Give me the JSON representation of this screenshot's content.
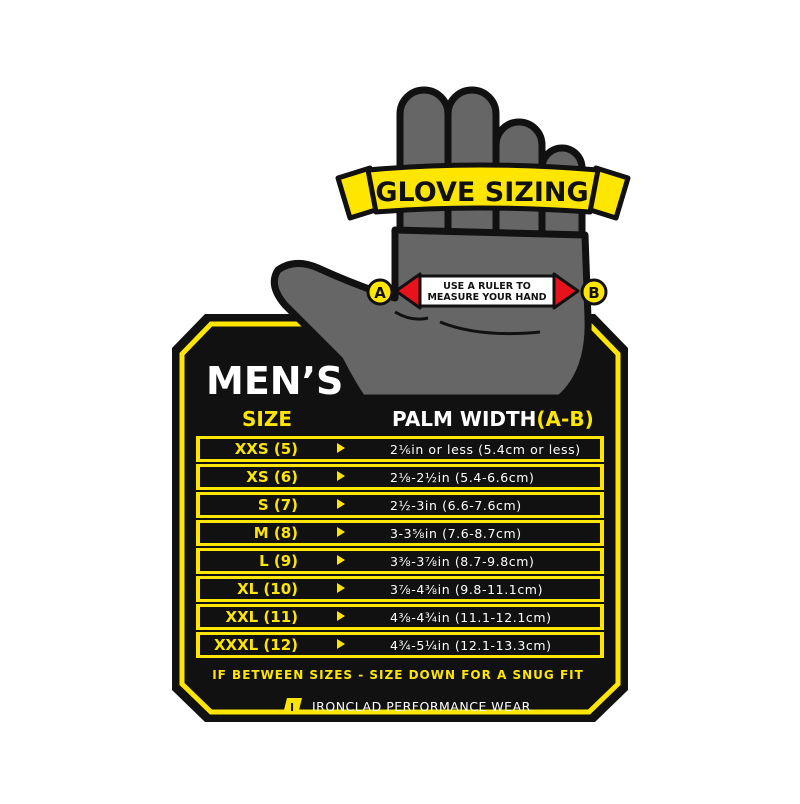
{
  "banner": {
    "title": "GLOVE SIZING"
  },
  "ruler": {
    "line1": "USE A RULER TO",
    "line2": "MEASURE YOUR HAND"
  },
  "markers": {
    "a": "A",
    "b": "B"
  },
  "section": {
    "title": "MEN’S"
  },
  "table": {
    "header_size": "SIZE",
    "header_palm": "PALM WIDTH",
    "header_palm_suffix": "(A-B)",
    "rows": [
      {
        "size": "XXS (5)",
        "width": "2⅙in or less (5.4cm or less)"
      },
      {
        "size": "XS (6)",
        "width": "2⅛-2½in (5.4-6.6cm)"
      },
      {
        "size": "S (7)",
        "width": "2½-3in (6.6-7.6cm)"
      },
      {
        "size": "M (8)",
        "width": "3-3⅝in (7.6-8.7cm)"
      },
      {
        "size": "L (9)",
        "width": "3⅜-3⅞in (8.7-9.8cm)"
      },
      {
        "size": "XL (10)",
        "width": "3⅞-4⅜in (9.8-11.1cm)"
      },
      {
        "size": "XXL (11)",
        "width": "4⅜-4¾in (11.1-12.1cm)"
      },
      {
        "size": "XXXL (12)",
        "width": "4¾-5¼in (12.1-13.3cm)"
      }
    ]
  },
  "note": "IF BETWEEN SIZES - SIZE DOWN FOR A SNUG FIT",
  "brand": {
    "name": "IRONCLAD PERFORMANCE WEAR",
    "logo_letter": "I"
  },
  "colors": {
    "yellow": "#ffe600",
    "black": "#111111",
    "glove": "#666666",
    "red": "#e8121c"
  }
}
